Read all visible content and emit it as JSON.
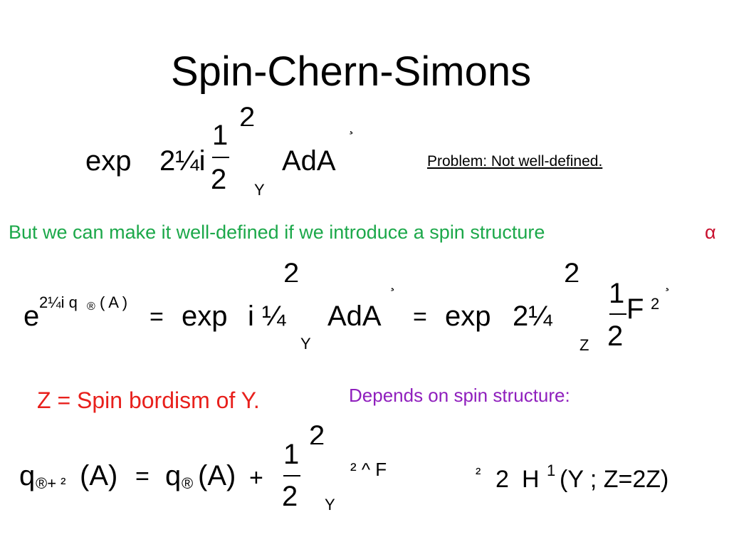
{
  "title": "Spin-Chern-Simons",
  "eq1": {
    "exp": "exp",
    "two_pi_i": "2¼i",
    "frac_num": "1",
    "frac_den": "2",
    "integral_top": "2",
    "integral_sub": "Y",
    "integrand": "AdA",
    "close_mark": "¸"
  },
  "problem_note": "Problem: Not well-defined.",
  "intro_text": "But we can make it well-defined if we introduce a  spin structure",
  "alpha_symbol": "α",
  "eq2": {
    "e": "e",
    "superscript": "2¼i q",
    "superscript_sub": "®",
    "superscript_arg": "( A )",
    "eq_sign_1": "=",
    "exp_1": "exp",
    "i_pi": "i ¼",
    "integral_top_1": "2",
    "integral_sub_1": "Y",
    "integrand_1": "AdA",
    "close_mark_1": "¸",
    "eq_sign_2": "=",
    "exp_2": "exp",
    "two_pi_2": "2¼",
    "integral_top_2": "2",
    "integral_sub_2": "Z",
    "frac_num": "1",
    "frac_den": "2",
    "F": "F",
    "F_power": "2",
    "close_mark_2": "¸"
  },
  "bordism_text": "Z = Spin bordism of Y.",
  "depends_text": "Depends on spin structure:",
  "eq3": {
    "q": "q",
    "q_sub": "®+ ²",
    "arg": "(A)",
    "eq_sign": "=",
    "q2": "q",
    "q2_sub": "®",
    "arg2": "(A)",
    "plus": "+",
    "frac_num": "1",
    "frac_den": "2",
    "integral_top": "2",
    "integral_sub": "Y",
    "integrand": "² ^  F",
    "epsilon_sym": "²",
    "in_sym": "2",
    "H": "H",
    "H_power": "1",
    "H_arg": "(Y ; Z=2Z)"
  }
}
